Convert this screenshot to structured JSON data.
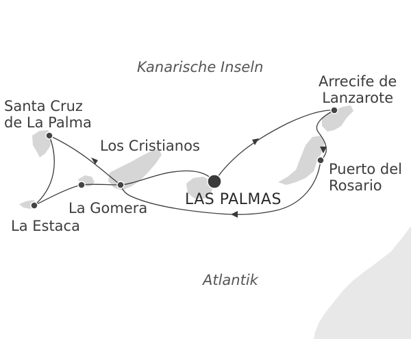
{
  "map": {
    "sea_labels": {
      "region": "Kanarische Inseln",
      "ocean": "Atlantik"
    },
    "ports": {
      "las_palmas": "LAS PALMAS",
      "arrecife": "Arrecife de\nLanzarote",
      "puerto_rosario": "Puerto del\nRosario",
      "santa_cruz": "Santa Cruz\nde La Palma",
      "los_cristianos": "Los Cristianos",
      "la_gomera": "La Gomera",
      "la_estaca": "La Estaca"
    },
    "colors": {
      "island": "#d9d9d9",
      "mainland": "#e6e6e6",
      "route": "#3a3a3a",
      "port_dot": "#444444",
      "main_port_dot": "#3a3a3a"
    }
  }
}
